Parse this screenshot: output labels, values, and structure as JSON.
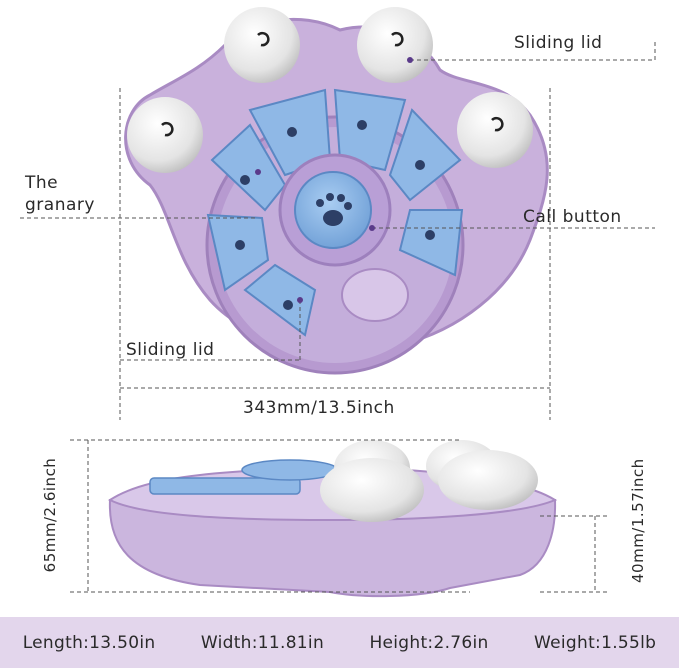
{
  "labels": {
    "sliding_lid_top": "Sliding lid",
    "granary_line1": "The",
    "granary_line2": "granary",
    "call_button": "Call button",
    "sliding_lid_bottom": "Sliding lid",
    "width_dimension": "343mm/13.5inch",
    "height_left": "65mm/2.6inch",
    "height_right": "40mm/1.57inch"
  },
  "specs": [
    {
      "text": "Length:13.50in"
    },
    {
      "text": "Width:11.81in"
    },
    {
      "text": "Height:2.76in"
    },
    {
      "text": "Weight:1.55lb"
    }
  ],
  "colors": {
    "base_purple": "#c9b1dc",
    "base_purple_dark": "#a98bc3",
    "lid_blue": "#8fb8e6",
    "lid_blue_dark": "#5b88c4",
    "knob_white": "#ededed",
    "footer_bg": "#e3d6ec"
  }
}
